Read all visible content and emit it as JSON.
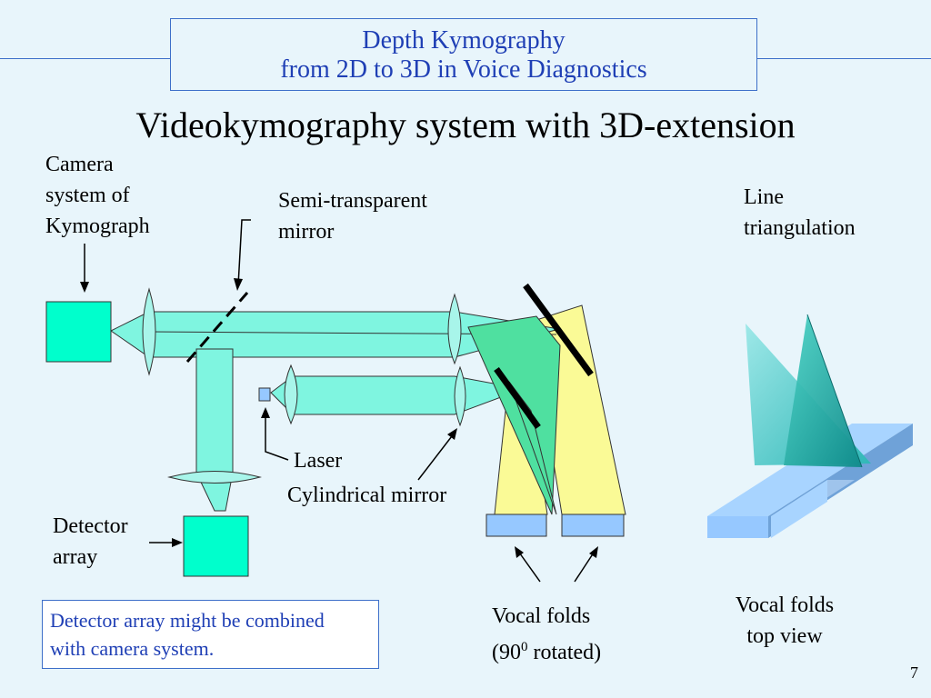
{
  "header": {
    "line1": "Depth Kymography",
    "line2": "from 2D to 3D in Voice Diagnostics"
  },
  "title": "Videokymography system with 3D-extension",
  "labels": {
    "camera": [
      "Camera",
      "system of",
      "Kymograph"
    ],
    "semi_mirror": [
      "Semi-transparent",
      "mirror"
    ],
    "line_triangulation": [
      "Line",
      "triangulation"
    ],
    "laser": "Laser",
    "cylindrical_mirror": "Cylindrical mirror",
    "detector": [
      "Detector",
      "array"
    ],
    "vocal_folds_rotated_pre": "Vocal folds",
    "vocal_folds_rotated_90": "(90",
    "vocal_folds_rotated_sup": "0",
    "vocal_folds_rotated_post": " rotated)",
    "vocal_folds_top": [
      "Vocal folds",
      "top view"
    ]
  },
  "note": [
    "Detector array might be combined",
    "with camera system."
  ],
  "page_number": "7",
  "colors": {
    "background": "#e8f5fb",
    "accent_blue": "#1f3fb5",
    "box_teal": "#00ffcc",
    "beam": "#7ff5e0",
    "yellow_beam": "#fafa96",
    "vocal_fold": "#96c8ff",
    "triangle_teal": "#3fc8c8"
  }
}
